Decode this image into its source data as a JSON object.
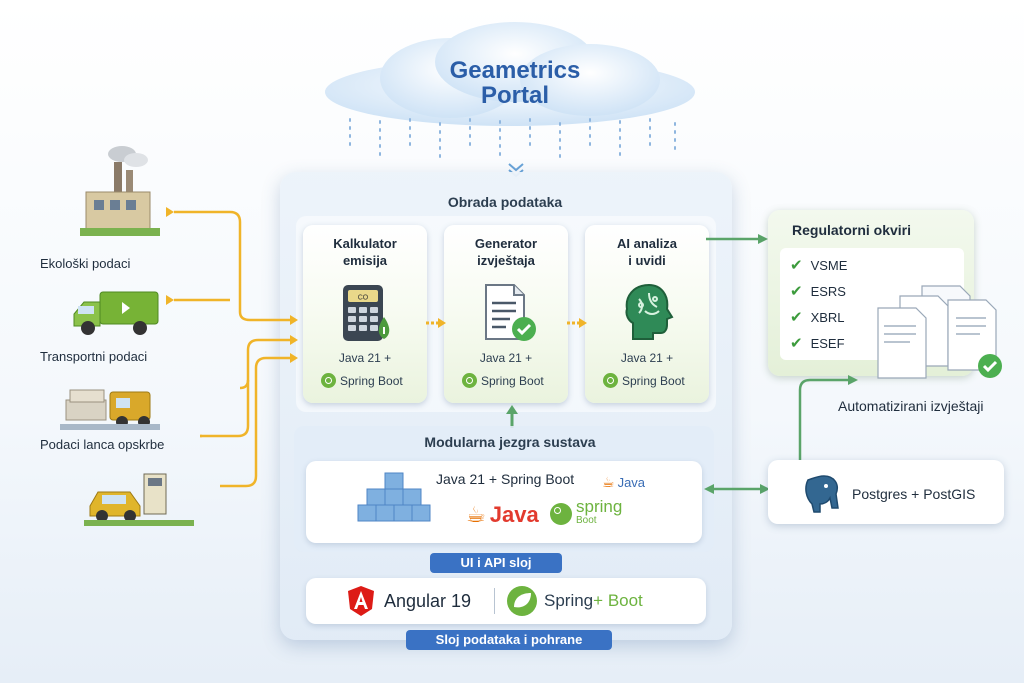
{
  "header": {
    "title_line1": "Geametrics",
    "title_line2": "Portal"
  },
  "sources": [
    {
      "label": "Ekološki podaci",
      "icon": "factory-icon"
    },
    {
      "label": "Transportni podaci",
      "icon": "truck-icon"
    },
    {
      "label": "Podaci lanca opskrbe",
      "icon": "supply-chain-icon"
    },
    {
      "label": "",
      "icon": "fuel-station-car-icon"
    }
  ],
  "processing": {
    "title": "Obrada podataka",
    "cards": [
      {
        "title_line1": "Kalkulator",
        "title_line2": "emisija",
        "tech": "Java 21 +",
        "framework": "Spring Boot",
        "icon": "calculator-icon",
        "calc_label": "CO"
      },
      {
        "title_line1": "Generator",
        "title_line2": "izvještaja",
        "tech": "Java 21 +",
        "framework": "Spring Boot",
        "icon": "report-document-icon"
      },
      {
        "title_line1": "AI analiza",
        "title_line2": "i uvidi",
        "tech": "Java 21 +",
        "framework": "Spring Boot",
        "icon": "ai-brain-icon"
      }
    ]
  },
  "core": {
    "title": "Modularna jezgra sustava",
    "tech": "Java 21 + Spring Boot",
    "java_small": "Java",
    "java_logo": "Java",
    "spring_logo_line1": "spring",
    "spring_logo_line2": "Boot"
  },
  "ui_layer": {
    "label": "UI i API sloj",
    "angular": "Angular 19",
    "spring": "Spring",
    "boot": "Boot"
  },
  "data_layer": {
    "label": "Sloj podataka i pohrane"
  },
  "regulatory": {
    "title": "Regulatorni okviri",
    "items": [
      "VSME",
      "ESRS",
      "XBRL",
      "ESEF"
    ]
  },
  "reports": {
    "label": "Automatizirani izvještaji"
  },
  "database": {
    "label": "Postgres + PostGIS"
  },
  "colors": {
    "accent_blue": "#3a72c4",
    "arrow_yellow": "#f0b429",
    "arrow_green": "#5aa469",
    "spring_green": "#6db33f",
    "angular_red": "#dd1b16",
    "java_red": "#e76f00"
  }
}
